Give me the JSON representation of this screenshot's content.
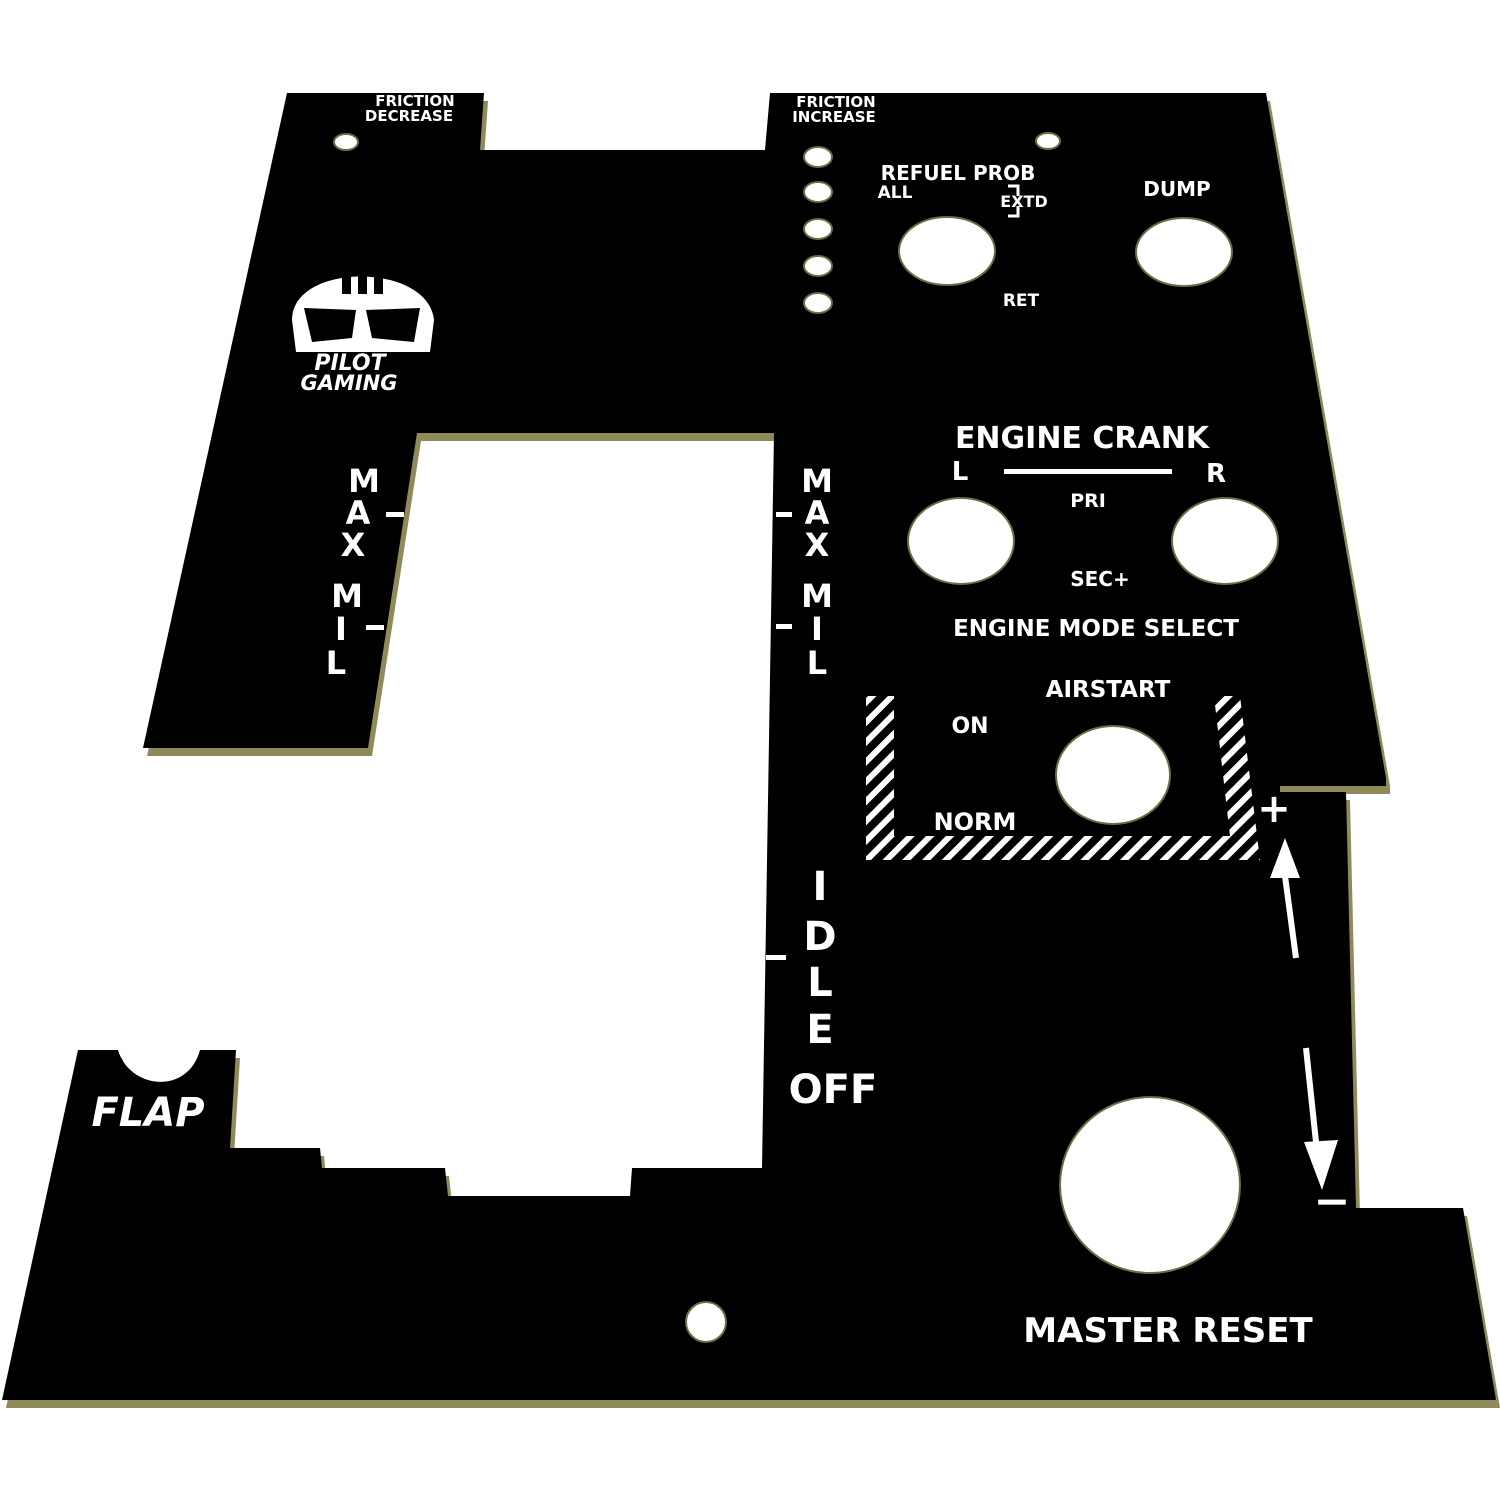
{
  "colors": {
    "panel": "#000000",
    "edge": "#8f8a5a",
    "engraving": "#ffffff",
    "background": "#ffffff"
  },
  "labels": {
    "friction_decrease_1": "FRICTION",
    "friction_decrease_2": "DECREASE",
    "friction_increase_1": "FRICTION",
    "friction_increase_2": "INCREASE",
    "refuel_prob": "REFUEL PROB",
    "refuel_all": "ALL",
    "refuel_extd": "EXTD",
    "refuel_ret": "RET",
    "dump": "DUMP",
    "logo_line1": "PILOT",
    "logo_line2": "GAMING",
    "engine_crank": "ENGINE CRANK",
    "crank_l": "L",
    "crank_r": "R",
    "pri": "PRI",
    "sec": "SEC+",
    "engine_mode_select": "ENGINE MODE SELECT",
    "airstart": "AIRSTART",
    "on": "ON",
    "norm": "NORM",
    "max_left": [
      "M",
      "A",
      "X"
    ],
    "mil_left": [
      "M",
      "I",
      "L"
    ],
    "max_right": [
      "M",
      "A",
      "X"
    ],
    "mil_right": [
      "M",
      "I",
      "L"
    ],
    "idle": [
      "I",
      "D",
      "L",
      "E"
    ],
    "off": "OFF",
    "flap": "FLAP",
    "plus": "+",
    "minus": "−",
    "master_reset": "MASTER RESET"
  },
  "icons": {
    "logo": "pilot-helmet-icon",
    "up_arrow": "arrow-up-icon",
    "down_arrow": "arrow-down-icon"
  }
}
